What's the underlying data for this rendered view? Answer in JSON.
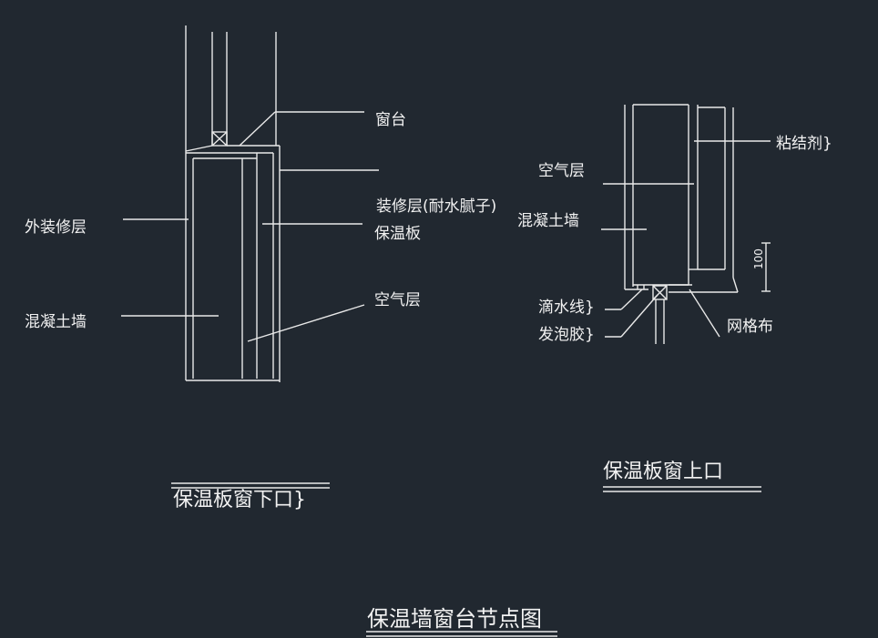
{
  "colors": {
    "background": "#212830",
    "line": "#e9e9e9",
    "text": "#f2f2f2"
  },
  "left_detail": {
    "title": "保温板窗下口}",
    "labels": {
      "window_sill": "窗台",
      "finish_layer_putty": "装修层(耐水腻子)",
      "insulation_board": "保温板",
      "air_layer": "空气层",
      "exterior_finish": "外装修层",
      "concrete_wall": "混凝土墙"
    }
  },
  "right_detail": {
    "title": "保温板窗上口",
    "labels": {
      "adhesive": "粘结剂}",
      "air_layer": "空气层",
      "concrete_wall": "混凝土墙",
      "drip_line": "滴水线}",
      "foam_glue": "发泡胶}",
      "mesh_cloth": "网格布"
    },
    "dimension": "100"
  },
  "main_title": "保温墙窗台节点图"
}
